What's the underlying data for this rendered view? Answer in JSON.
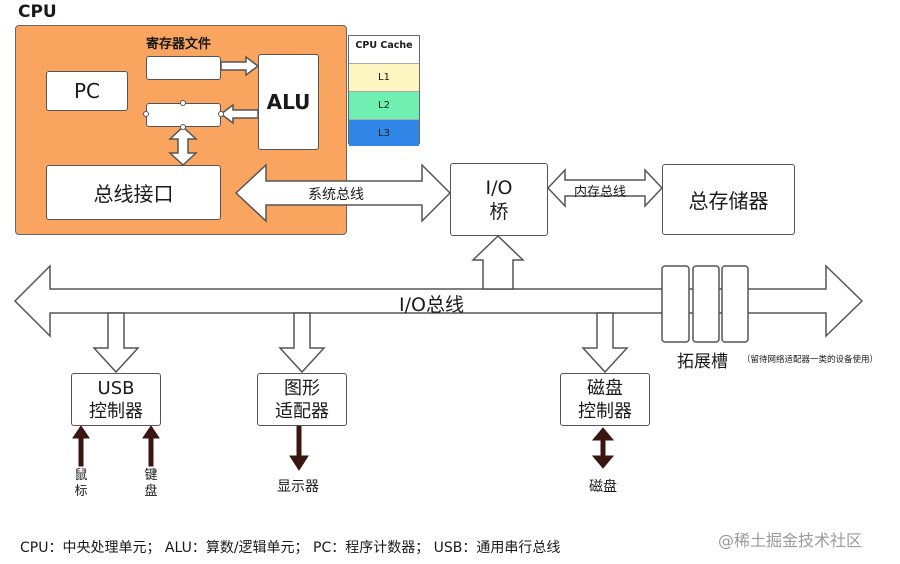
{
  "cpu": {
    "title": "CPU",
    "register_file_label": "寄存器文件",
    "pc_label": "PC",
    "alu_label": "ALU",
    "bus_interface_label": "总线接口"
  },
  "cache": {
    "title": "CPU Cache",
    "levels": [
      {
        "label": "L1",
        "color": "#fff7c2"
      },
      {
        "label": "L2",
        "color": "#6ff0b2"
      },
      {
        "label": "L3",
        "color": "#2f86e6"
      }
    ]
  },
  "buses": {
    "system_bus": "系统总线",
    "memory_bus": "内存总线",
    "io_bus": "I/O总线"
  },
  "io_bridge": {
    "line1": "I/O",
    "line2": "桥"
  },
  "main_memory": "总存储器",
  "expansion": {
    "label": "拓展槽",
    "note": "（留待网络适配器一类的设备使用）"
  },
  "devices": {
    "usb": {
      "line1": "USB",
      "line2": "控制器",
      "left_peripheral": "鼠标",
      "right_peripheral": "键盘"
    },
    "graphics": {
      "line1": "图形",
      "line2": "适配器",
      "peripheral": "显示器"
    },
    "disk": {
      "line1": "磁盘",
      "line2": "控制器",
      "peripheral": "磁盘"
    }
  },
  "legend": "CPU：中央处理单元；  ALU：算数/逻辑单元；  PC：程序计数器；  USB：通用串行总线",
  "watermark": "@稀土掘金技术社区",
  "colors": {
    "cpu_fill": "#f9a55f",
    "outline": "#555555",
    "peripheral_arrow": "#3b1510"
  }
}
